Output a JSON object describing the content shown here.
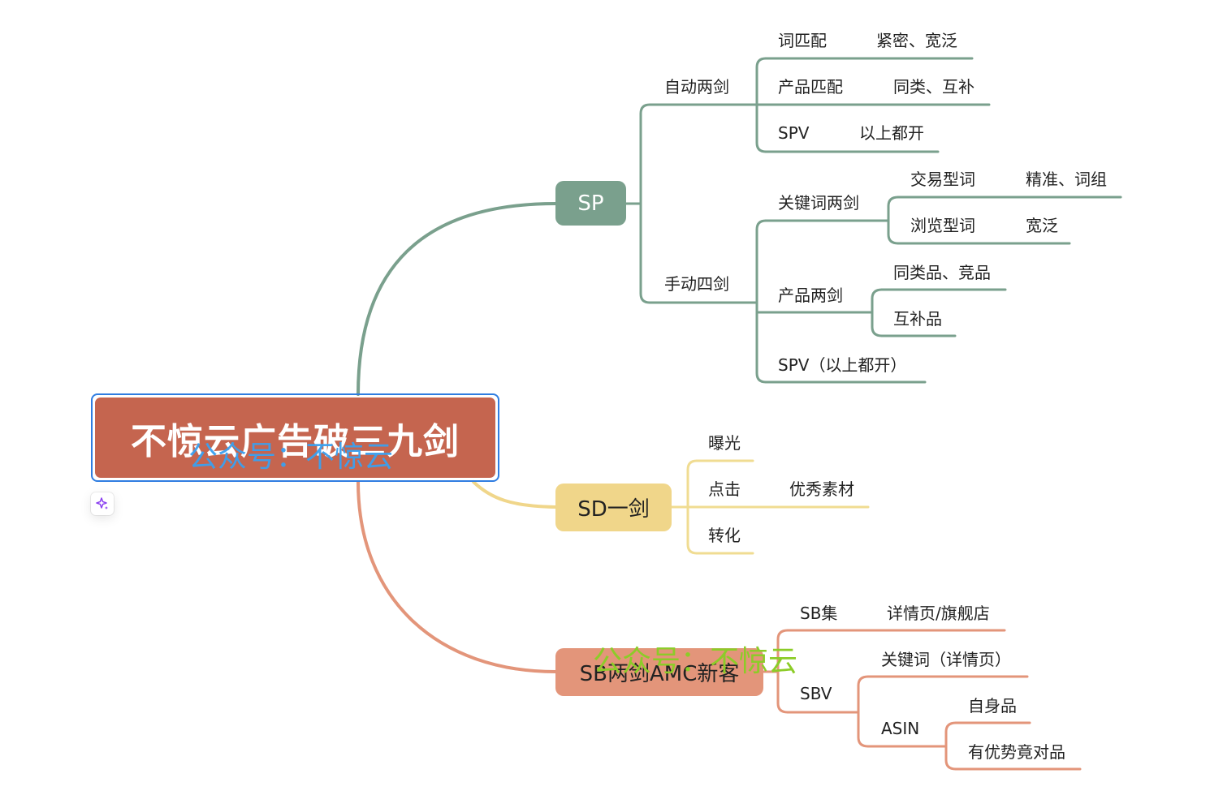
{
  "root": {
    "title": "不惊云广告破三九剑"
  },
  "watermarks": {
    "root_overlay": "公众号：不惊云",
    "sb_overlay": "公众号：不惊云"
  },
  "colors": {
    "sp": "#7aa08d",
    "sd": "#f0d68a",
    "sd_line": "#f0dc92",
    "sb": "#e3957a",
    "root": "#c5654f",
    "selection": "#2f7de1",
    "wm_blue": "#3aa0f0",
    "wm_green": "#8ccc28"
  },
  "sp": {
    "label": "SP",
    "auto": {
      "label": "自动两剑",
      "word_match": {
        "label": "词匹配",
        "value": "紧密、宽泛"
      },
      "product_match": {
        "label": "产品匹配",
        "value": "同类、互补"
      },
      "spv": {
        "label": "SPV",
        "value": "以上都开"
      }
    },
    "manual": {
      "label": "手动四剑",
      "keyword": {
        "label": "关键词两剑",
        "transaction": {
          "label": "交易型词",
          "value": "精准、词组"
        },
        "browse": {
          "label": "浏览型词",
          "value": "宽泛"
        }
      },
      "product": {
        "label": "产品两剑",
        "similar": "同类品、竞品",
        "complement": "互补品"
      },
      "spv": {
        "label": "SPV（以上都开）"
      }
    }
  },
  "sd": {
    "label": "SD一剑",
    "exposure": "曝光",
    "click": {
      "label": "点击",
      "value": "优秀素材"
    },
    "conversion": "转化"
  },
  "sb": {
    "label": "SB两剑AMC新客",
    "sb_set": {
      "label": "SB集",
      "value": "详情页/旗舰店"
    },
    "sbv": {
      "label": "SBV",
      "keyword": "关键词（详情页）",
      "asin": {
        "label": "ASIN",
        "own": "自身品",
        "competitor": "有优势竟对品"
      }
    }
  }
}
